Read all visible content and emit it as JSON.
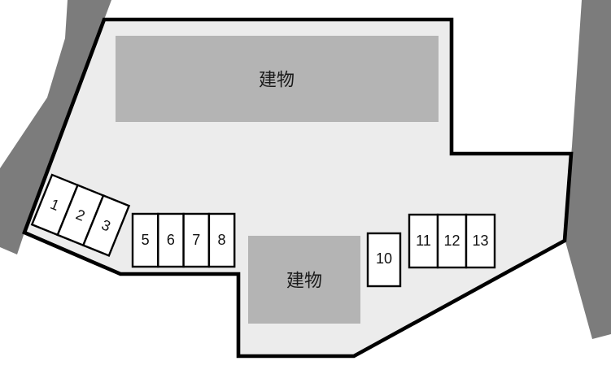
{
  "diagram": {
    "type": "parking-site-plan",
    "buildings": [
      {
        "label": "建物"
      },
      {
        "label": "建物"
      }
    ],
    "parking": {
      "groups": [
        {
          "name": "row-1-3",
          "orientation": "rotated",
          "spaces": [
            "1",
            "2",
            "3"
          ]
        },
        {
          "name": "row-5-8",
          "orientation": "upright",
          "spaces": [
            "5",
            "6",
            "7",
            "8"
          ]
        },
        {
          "name": "space-10",
          "orientation": "upright",
          "spaces": [
            "10"
          ]
        },
        {
          "name": "row-11-13",
          "orientation": "upright",
          "spaces": [
            "11",
            "12",
            "13"
          ]
        }
      ]
    },
    "colors": {
      "background": "#ffffff",
      "road": "#7c7c7c",
      "site": "#ececec",
      "building": "#b4b4b4",
      "outline": "#000000",
      "space_fill": "#ffffff",
      "text": "#111111"
    }
  }
}
